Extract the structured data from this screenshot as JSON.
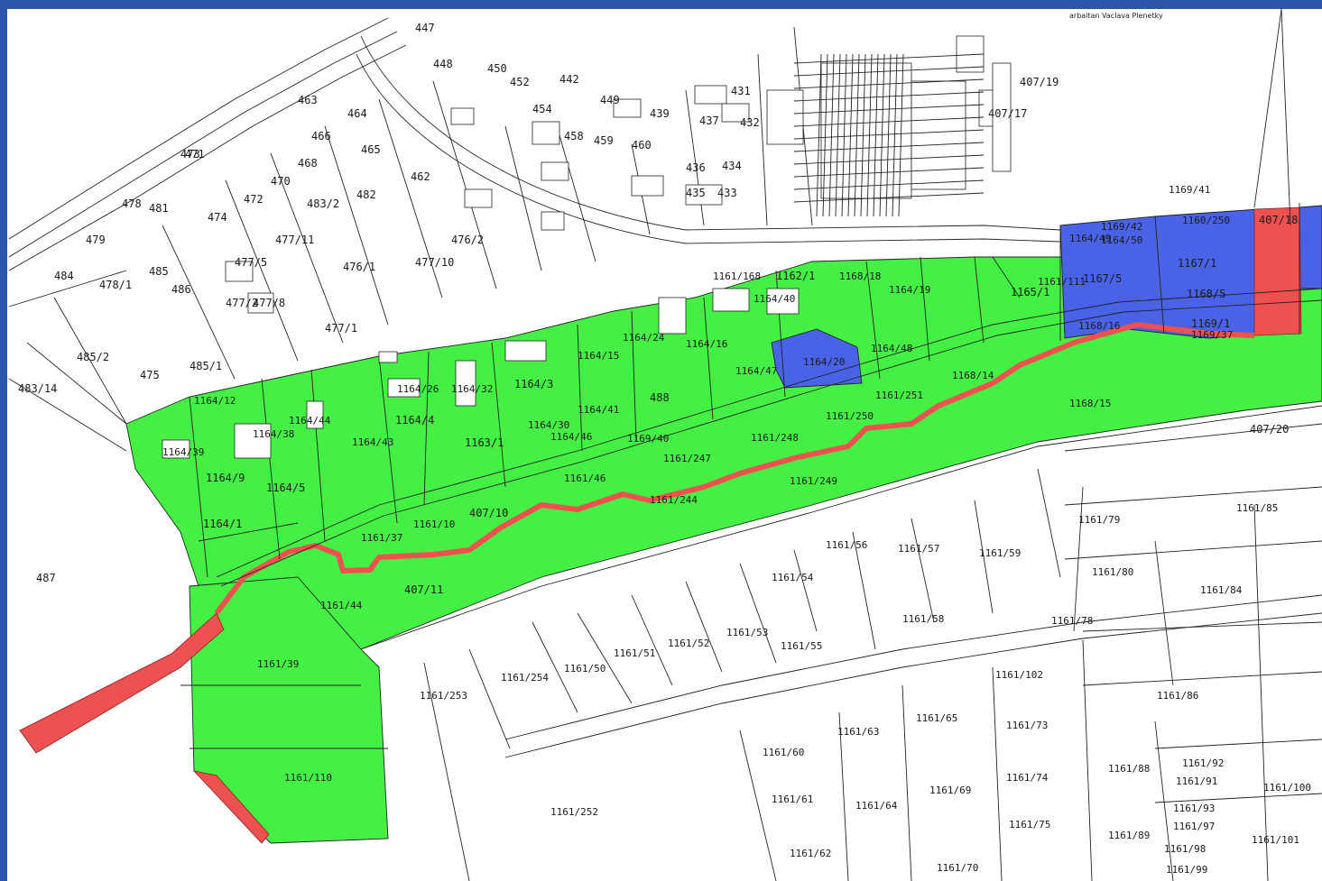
{
  "map": {
    "header_note": "arbaitan Vaclava Plenetky",
    "colors": {
      "green_zone": "#44f044",
      "blue_zone": "#4a62e6",
      "red_zone": "#ef5050",
      "lines": "#222222",
      "background": "#ffffff",
      "frame": "#2a55a8"
    },
    "parcel_labels": [
      "447",
      "448",
      "450",
      "442",
      "449",
      "439",
      "452",
      "454",
      "458",
      "459",
      "460",
      "436",
      "434",
      "435",
      "433",
      "437",
      "431",
      "432",
      "463",
      "464",
      "466",
      "465",
      "468",
      "470",
      "462",
      "473",
      "471",
      "472",
      "474",
      "478",
      "481",
      "479",
      "484",
      "485",
      "486",
      "483/2",
      "482",
      "477/11",
      "476/2",
      "476/1",
      "477/8",
      "477/2",
      "477/1",
      "477/10",
      "477/5",
      "478/1",
      "475",
      "485/1",
      "485/2",
      "483/14",
      "487",
      "488",
      "1163/1",
      "1164/1",
      "1164/3",
      "1164/4",
      "1164/5",
      "1164/9",
      "1164/12",
      "1164/15",
      "1164/16",
      "1164/19",
      "1164/20",
      "1164/24",
      "1164/26",
      "1164/30",
      "1164/32",
      "1164/38",
      "1164/39",
      "1164/40",
      "1164/41",
      "1164/43",
      "1164/44",
      "1164/46",
      "1164/47",
      "1164/48",
      "1164/49",
      "1164/50",
      "1165/1",
      "1167/1",
      "1167/5",
      "1168/5",
      "1168/15",
      "1168/14",
      "1168/16",
      "1169/1",
      "1169/37",
      "1169/40",
      "1169/41",
      "1169/42",
      "1160/250",
      "407/18",
      "407/17",
      "407/19",
      "407/20",
      "407/11",
      "407/10",
      "1161/10",
      "1161/37",
      "1161/39",
      "1161/44",
      "1161/46",
      "1161/244",
      "1161/247",
      "1161/248",
      "1161/249",
      "1161/250",
      "1161/251",
      "1161/252",
      "1161/253",
      "1161/254",
      "1161/50",
      "1161/51",
      "1161/52",
      "1161/53",
      "1161/54",
      "1161/55",
      "1161/56",
      "1161/57",
      "1161/58",
      "1161/59",
      "1161/60",
      "1161/61",
      "1161/62",
      "1161/63",
      "1161/64",
      "1161/65",
      "1161/69",
      "1161/70",
      "1161/73",
      "1161/74",
      "1161/75",
      "1161/78",
      "1161/79",
      "1161/80",
      "1161/84",
      "1161/85",
      "1161/86",
      "1161/88",
      "1161/89",
      "1161/91",
      "1161/92",
      "1161/93",
      "1161/97",
      "1161/98",
      "1161/99",
      "1161/100",
      "1161/101",
      "1161/102",
      "1161/110",
      "1161/111",
      "1161/168",
      "1162/1",
      "1168/18"
    ]
  }
}
